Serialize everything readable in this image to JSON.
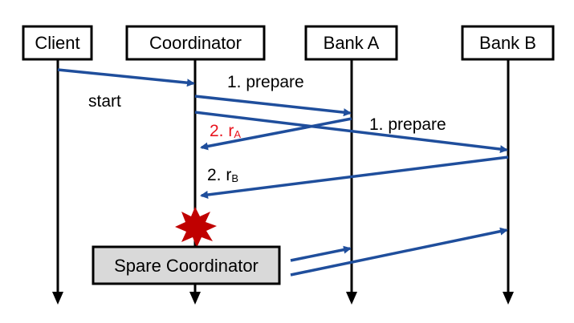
{
  "participants": {
    "client": "Client",
    "coordinator": "Coordinator",
    "bank_a": "Bank A",
    "bank_b": "Bank B"
  },
  "spare_coordinator": "Spare Coordinator",
  "messages": {
    "start": "start",
    "prepare_a": "1. prepare",
    "prepare_b": "1. prepare",
    "reply_a_main": "2. r",
    "reply_a_sub": "A",
    "reply_b_main": "2. r",
    "reply_b_sub": "B"
  },
  "colors": {
    "arrow": "#1f4e9c",
    "lifeline": "#000000",
    "highlight_text": "#e8141e",
    "crash_star": "#c00000",
    "spare_box_fill": "#d9d9d9"
  },
  "icons": {
    "crash": "crash-starburst-icon"
  }
}
